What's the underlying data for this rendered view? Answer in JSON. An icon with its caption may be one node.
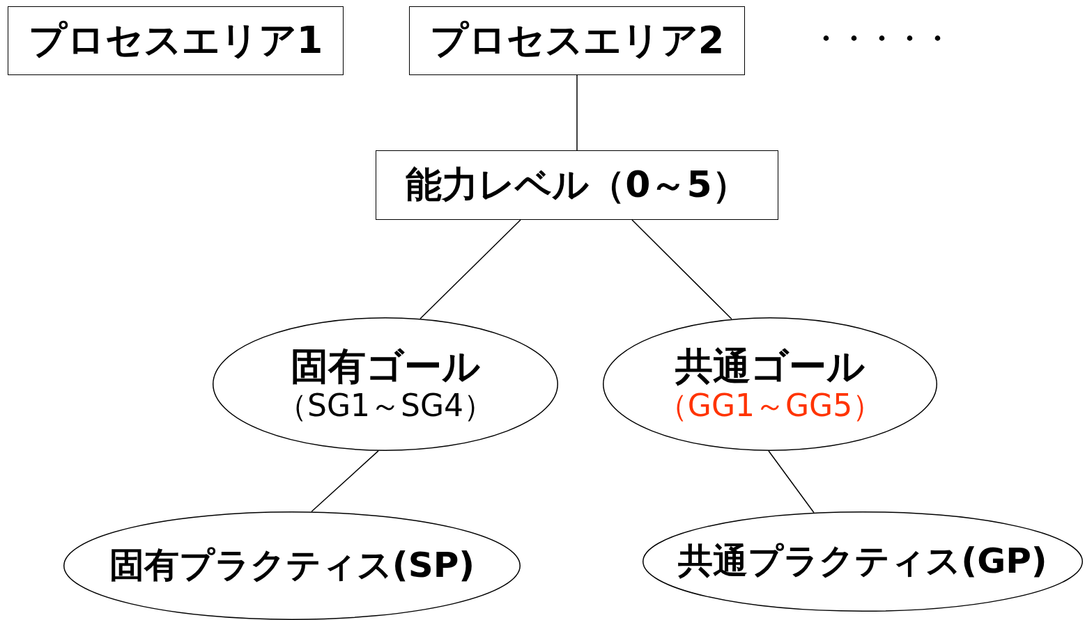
{
  "diagram": {
    "nodes": [
      {
        "text": [
          "プロセスエリア1"
        ]
      },
      {
        "text": [
          "プロセスエリア2"
        ]
      },
      {
        "text": [
          "能力レベル（0～5）"
        ]
      },
      {
        "text": [
          "固有ゴール",
          "（SG1～SG4）"
        ]
      },
      {
        "text": [
          "共通ゴール",
          "（GG1～GG5）"
        ]
      },
      {
        "text": [
          "固有プラクティス(SP)"
        ]
      },
      {
        "text": [
          "共通プラクティス(GP)"
        ]
      }
    ],
    "edges": [
      {
        "from": 1,
        "to": 2,
        "arrow": "none"
      },
      {
        "from": 2,
        "to": 3,
        "arrow": "none"
      },
      {
        "from": 2,
        "to": 4,
        "arrow": "none"
      },
      {
        "from": 3,
        "to": 5,
        "arrow": "none"
      },
      {
        "from": 4,
        "to": 6,
        "arrow": "none"
      }
    ],
    "labels": [
      "・・・・・"
    ]
  }
}
